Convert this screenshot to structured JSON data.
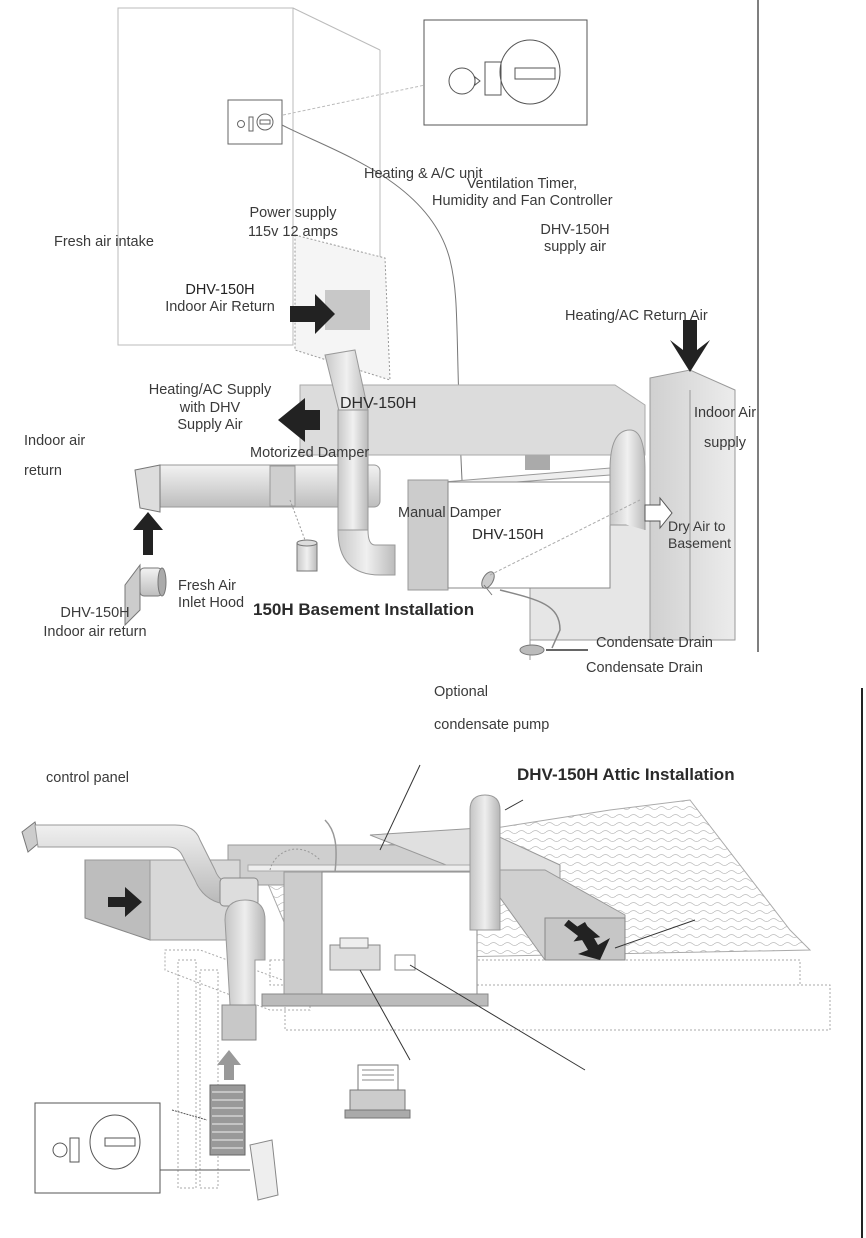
{
  "basement": {
    "title": "150H Basement Installation",
    "labels": {
      "controller_line1": "Ventilation Timer,",
      "controller_line2": "Humidity and Fan Controller",
      "indoor_return_line1": "DHV-150H",
      "indoor_return_line2": "Indoor Air Return",
      "return_air": "Heating/AC Return Air",
      "supply_line1": "Heating/AC Supply",
      "supply_line2": "with DHV",
      "supply_line3": "Supply Air",
      "unit": "DHV-150H",
      "dry_air_line1": "Dry Air to",
      "dry_air_line2": "Basement",
      "fresh_air_line1": "Fresh Air",
      "fresh_air_line2": "Inlet Hood",
      "motorized_damper": "Motorized Damper",
      "manual_damper": "Manual Damper",
      "condensate_drain": "Condensate Drain"
    }
  },
  "attic": {
    "title": "DHV-150H Attic Installation",
    "labels": {
      "heating_ac_unit": "Heating & A/C unit",
      "power_line1": "Power supply",
      "power_line2": "115v 12 amps",
      "fresh_air_intake": "Fresh air intake",
      "supply_air_line1": "DHV-150H",
      "supply_air_line2": "supply air",
      "unit": "DHV-150H",
      "indoor_return_line1": "Indoor air",
      "indoor_return_line2": "return",
      "indoor_supply_line1": "Indoor Air",
      "indoor_supply_line2": "supply",
      "dhv_return_line1": "DHV-150H",
      "dhv_return_line2": "Indoor air return",
      "condensate_drain": "Condensate Drain",
      "pump_line1": "Optional",
      "pump_line2": "condensate pump",
      "control_panel": "control panel"
    }
  }
}
